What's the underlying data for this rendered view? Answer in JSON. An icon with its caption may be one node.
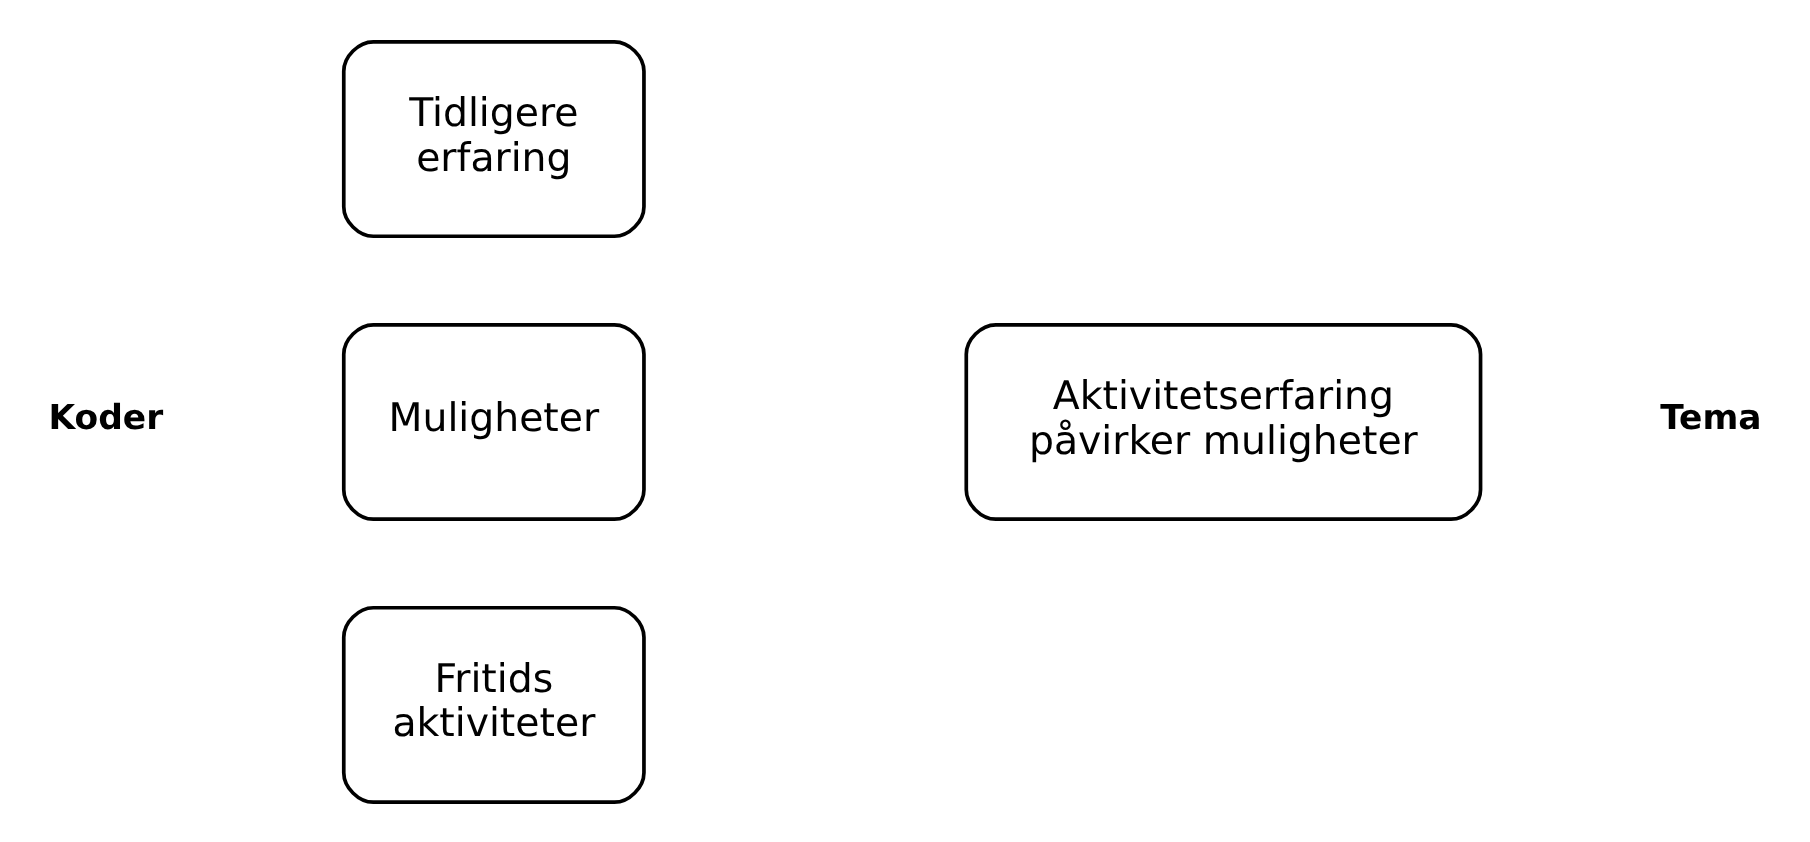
{
  "diagram": {
    "nodes": [
      {
        "text": [
          "Tidligere erfaring"
        ]
      },
      {
        "text": [
          "Muligheter"
        ]
      },
      {
        "text": [
          "Fritids aktiviteter"
        ]
      },
      {
        "text": [
          "Aktivitetserfaring påvirker muligheter"
        ]
      }
    ],
    "labels": [
      "Koder",
      "Tema"
    ]
  }
}
